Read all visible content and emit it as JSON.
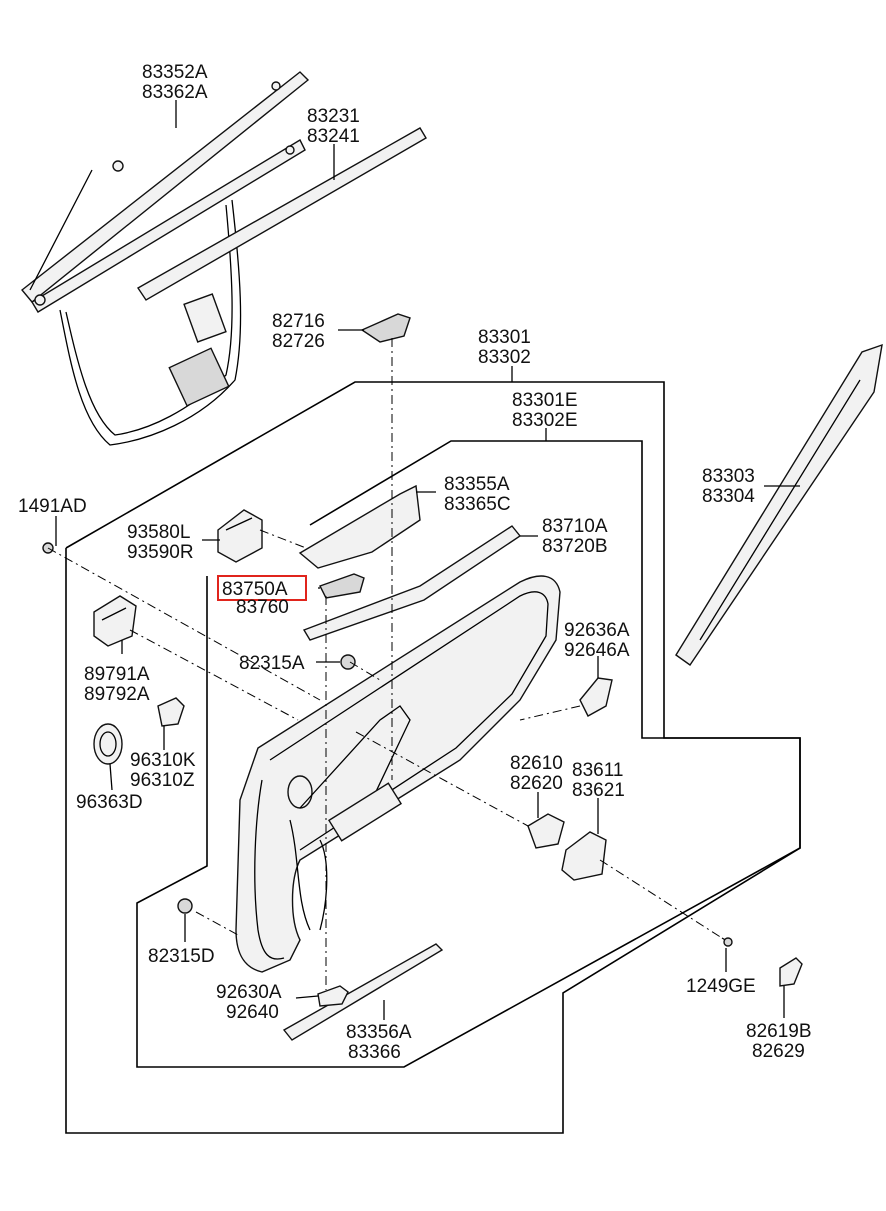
{
  "labels": {
    "p83352": [
      "83352A",
      "83362A"
    ],
    "p83231": [
      "83231",
      "83241"
    ],
    "p82716": [
      "82716",
      "82726"
    ],
    "p83301": [
      "83301",
      "83302"
    ],
    "p83301E": [
      "83301E",
      "83302E"
    ],
    "p83303": [
      "83303",
      "83304"
    ],
    "p1491": [
      "1491AD"
    ],
    "p93580": [
      "93580L",
      "93590R"
    ],
    "p83355": [
      "83355A",
      "83365C"
    ],
    "p83710": [
      "83710A",
      "83720B"
    ],
    "p83750": [
      "83750A",
      "83760"
    ],
    "p92636": [
      "92636A",
      "92646A"
    ],
    "p82315A": [
      "82315A"
    ],
    "p89791": [
      "89791A",
      "89792A"
    ],
    "p96310": [
      "96310K",
      "96310Z"
    ],
    "p96363": [
      "96363D"
    ],
    "p82610": [
      "82610",
      "82620"
    ],
    "p83611": [
      "83611",
      "83621"
    ],
    "p82315D": [
      "82315D"
    ],
    "p92630": [
      "92630A",
      "92640"
    ],
    "p83356": [
      "83356A",
      "83366"
    ],
    "p1249": [
      "1249GE"
    ],
    "p82619": [
      "82619B",
      "82629"
    ]
  },
  "highlight_color": "#e0241c"
}
